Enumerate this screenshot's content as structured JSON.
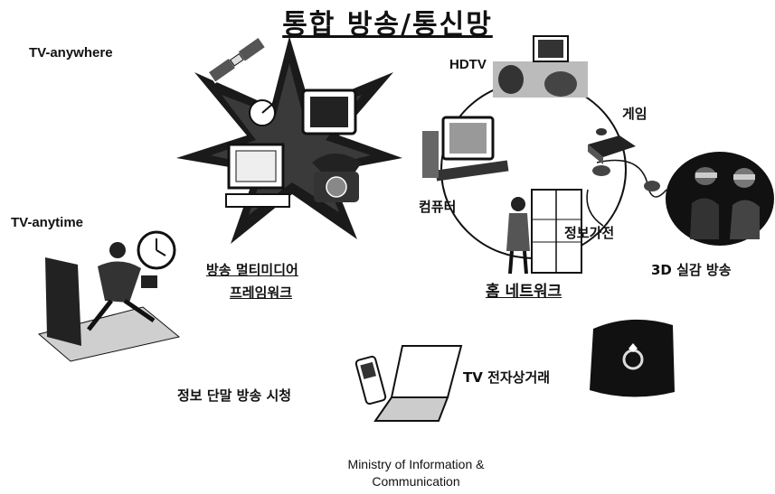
{
  "title": "통합 방송/통신망",
  "labels": {
    "tv_anywhere": "TV-anywhere",
    "tv_anytime": "TV-anytime",
    "hdtv": "HDTV",
    "game": "게임",
    "computer": "컴퓨터",
    "info_appliance": "정보가전",
    "framework_line1": "방송 멀티미디어",
    "framework_line2": "프레임워크",
    "home_network": "홈 네트워크",
    "realistic_3d": "3D 실감 방송",
    "tv_commerce": "TV 전자상거래",
    "mobile_viewing": "정보 단말 방송 시청"
  },
  "caption": {
    "line1": "Ministry of Information &",
    "line2": "Communication"
  }
}
